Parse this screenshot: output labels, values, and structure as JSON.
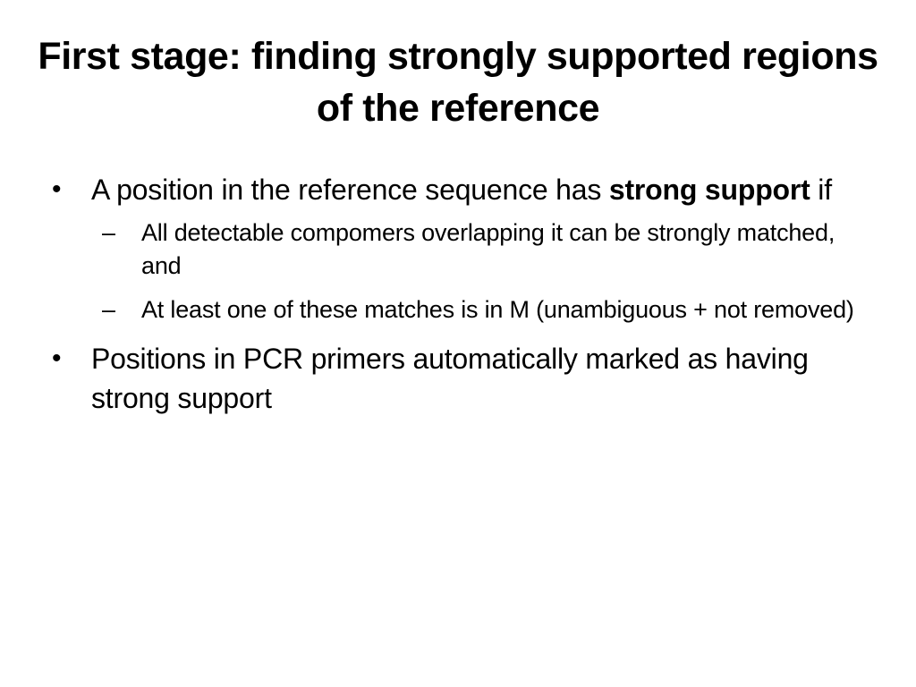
{
  "slide": {
    "title": "First stage: finding strongly supported regions of the reference",
    "bullet_char": "•",
    "dash_char": "–",
    "bullets": [
      {
        "text_before": "A position in the reference sequence has ",
        "strong": "strong support",
        "text_after": " if",
        "sub_bullets": [
          "All detectable compomers overlapping it can be strongly matched, and",
          "At least one of these matches is in M (unambiguous + not removed)"
        ]
      },
      {
        "text": "Positions in PCR primers automatically marked as having strong support"
      }
    ]
  }
}
